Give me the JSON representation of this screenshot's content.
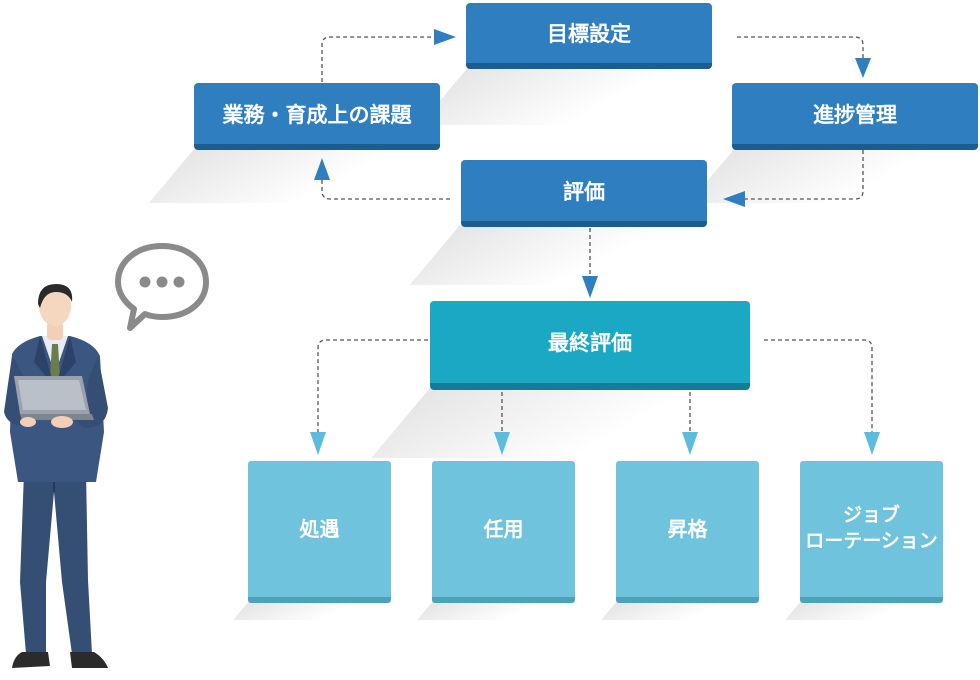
{
  "cycle": {
    "goal_setting": "目標設定",
    "progress_management": "進捗管理",
    "evaluation": "評価",
    "issues": "業務・育成上の課題"
  },
  "final_evaluation": "最終評価",
  "outcomes": [
    {
      "label": "処遇"
    },
    {
      "label": "任用"
    },
    {
      "label": "昇格"
    },
    {
      "label": "ジョブ\nローテーション"
    }
  ],
  "icons": [
    "speech-bubble-icon",
    "businessman-with-laptop"
  ],
  "colors": {
    "dark_blue": "#2f7fc0",
    "teal": "#1aa8c4",
    "light_blue": "#70c3dd",
    "arrow_dark": "#2f7fc0",
    "arrow_light": "#5cbcdc"
  }
}
